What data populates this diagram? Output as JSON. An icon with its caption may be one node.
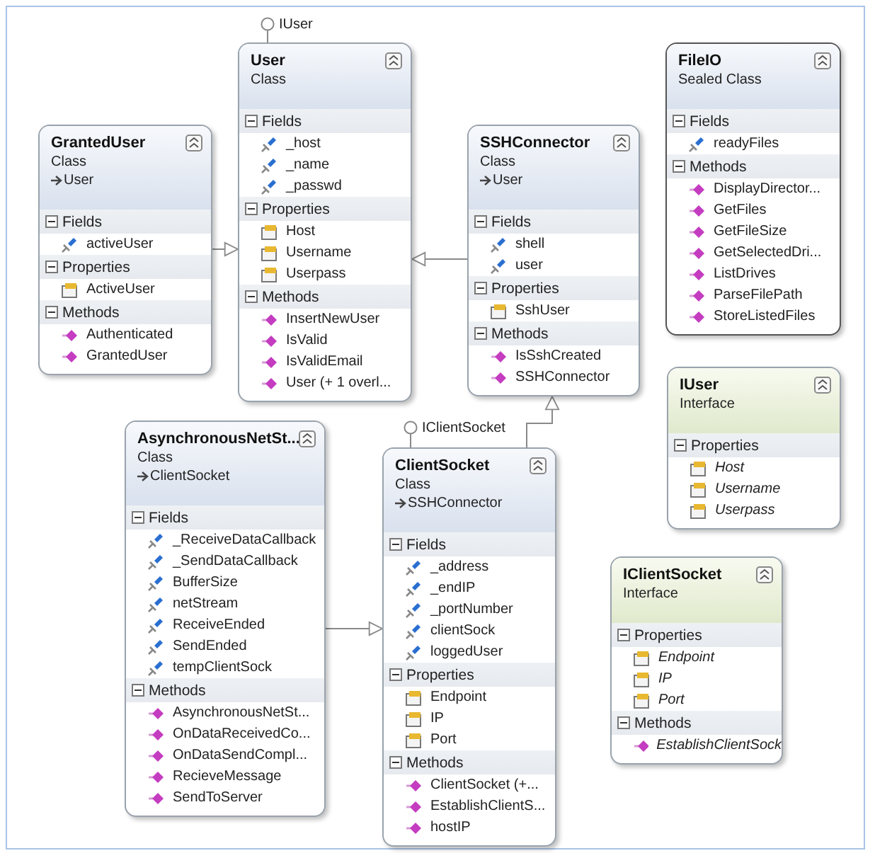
{
  "diagram": {
    "nodes": [
      {
        "text": [
          "IUser"
        ]
      },
      {
        "text": [
          "User",
          "Class"
        ]
      },
      {
        "text": [
          "Fields",
          "_host",
          "_name",
          "_passwd"
        ],
        "in": 1
      },
      {
        "text": [
          "Properties",
          "Host",
          "Username",
          "Userpass"
        ],
        "in": 1
      },
      {
        "text": [
          "Methods",
          "InsertNewUser",
          "IsValid",
          "IsValidEmail",
          "User (+ 1 overl..."
        ],
        "in": 1
      },
      {
        "text": [
          "GrantedUser",
          "Class",
          "User"
        ]
      },
      {
        "text": [
          "Fields",
          "activeUser"
        ],
        "in": 5
      },
      {
        "text": [
          "Properties",
          "ActiveUser"
        ],
        "in": 5
      },
      {
        "text": [
          "Methods",
          "Authenticated",
          "GrantedUser"
        ],
        "in": 5
      },
      {
        "text": [
          "SSHConnector",
          "Class",
          "User"
        ]
      },
      {
        "text": [
          "Fields",
          "shell",
          "user"
        ],
        "in": 9
      },
      {
        "text": [
          "Properties",
          "SshUser"
        ],
        "in": 9
      },
      {
        "text": [
          "Methods",
          "IsSshCreated",
          "SSHConnector"
        ],
        "in": 9
      },
      {
        "text": [
          "FileIO",
          "Sealed Class"
        ]
      },
      {
        "text": [
          "Fields",
          "readyFiles"
        ],
        "in": 13
      },
      {
        "text": [
          "Methods",
          "DisplayDirector...",
          "GetFiles",
          "GetFileSize",
          "GetSelectedDri...",
          "ListDrives",
          "ParseFilePath",
          "StoreListedFiles"
        ],
        "in": 13
      },
      {
        "text": [
          "IUser",
          "Interface"
        ]
      },
      {
        "text": [
          "Properties",
          "Host",
          "Username",
          "Userpass"
        ],
        "in": 16
      },
      {
        "text": [
          "IClientSocket"
        ]
      },
      {
        "text": [
          "AsynchronousNetSt...",
          "Class",
          "ClientSocket"
        ]
      },
      {
        "text": [
          "Fields",
          "_ReceiveDataCallback",
          "_SendDataCallback",
          "BufferSize",
          "netStream",
          "ReceiveEnded",
          "SendEnded",
          "tempClientSock"
        ],
        "in": 19
      },
      {
        "text": [
          "Methods",
          "AsynchronousNetSt...",
          "OnDataReceivedCo...",
          "OnDataSendCompl...",
          "RecieveMessage",
          "SendToServer"
        ],
        "in": 19
      },
      {
        "text": [
          "ClientSocket",
          "Class",
          "SSHConnector"
        ]
      },
      {
        "text": [
          "Fields",
          "_address",
          "_endIP",
          "_portNumber",
          "clientSock",
          "loggedUser"
        ],
        "in": 22
      },
      {
        "text": [
          "Properties",
          "Endpoint",
          "IP",
          "Port"
        ],
        "in": 22
      },
      {
        "text": [
          "Methods",
          "ClientSocket (+...",
          "EstablishClientS...",
          "hostIP"
        ],
        "in": 22
      },
      {
        "text": [
          "IClientSocket",
          "Interface"
        ]
      },
      {
        "text": [
          "Properties",
          "Endpoint",
          "IP",
          "Port"
        ],
        "in": 26
      },
      {
        "text": [
          "Methods",
          "EstablishClientSock"
        ],
        "in": 26
      }
    ],
    "edges": [
      {
        "from": 5,
        "to": 1,
        "arrow": "to"
      },
      {
        "from": 9,
        "to": 1,
        "arrow": "to"
      },
      {
        "from": 22,
        "to": 9,
        "arrow": "to"
      },
      {
        "from": 19,
        "to": 22,
        "arrow": "to"
      },
      {
        "from": 0,
        "to": 1,
        "arrow": "none"
      },
      {
        "from": 18,
        "to": 22,
        "arrow": "none"
      }
    ]
  }
}
